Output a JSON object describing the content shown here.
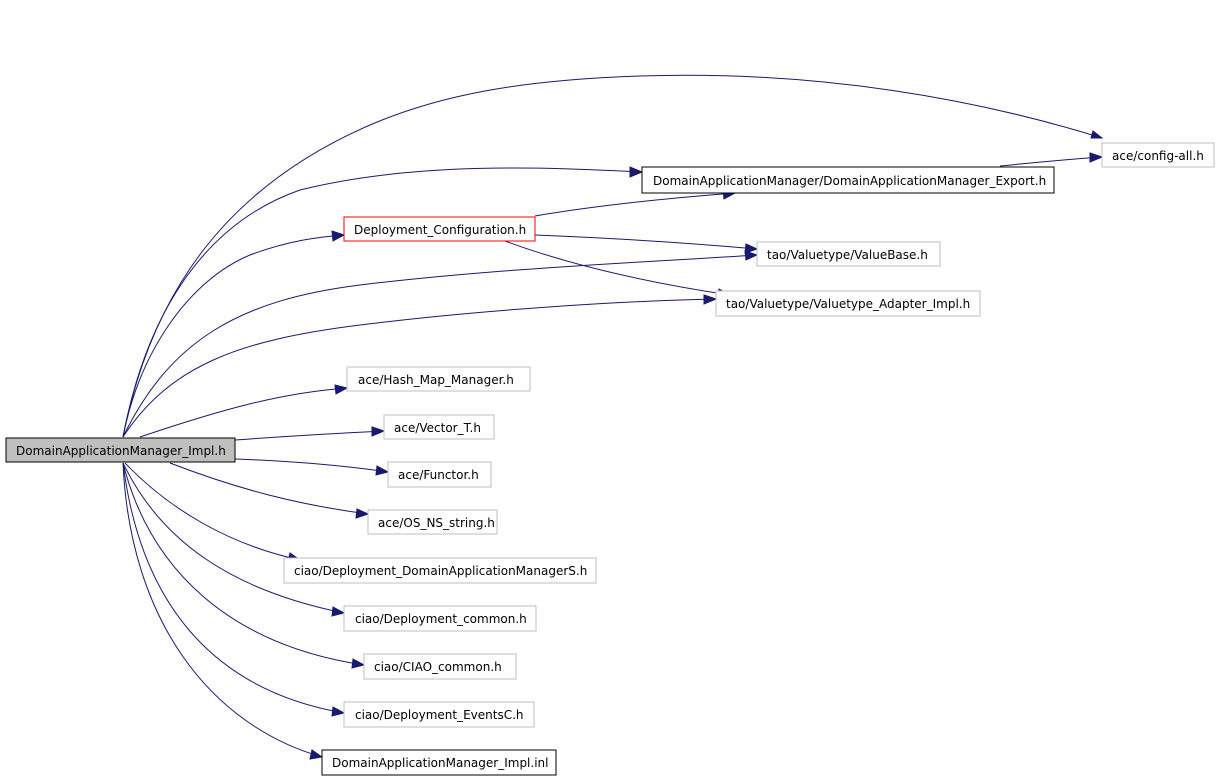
{
  "diagram": {
    "nodes": {
      "root": "DomainApplicationManager_Impl.h",
      "config_all": "ace/config-all.h",
      "export_h": "DomainApplicationManager/DomainApplicationManager_Export.h",
      "deploy_conf": "Deployment_Configuration.h",
      "valuebase": "tao/Valuetype/ValueBase.h",
      "adapter_impl": "tao/Valuetype/Valuetype_Adapter_Impl.h",
      "hash_map": "ace/Hash_Map_Manager.h",
      "vector_t": "ace/Vector_T.h",
      "functor": "ace/Functor.h",
      "os_ns_string": "ace/OS_NS_string.h",
      "dam_s": "ciao/Deployment_DomainApplicationManagerS.h",
      "deploy_common": "ciao/Deployment_common.h",
      "ciao_common": "ciao/CIAO_common.h",
      "events_c": "ciao/Deployment_EventsC.h",
      "impl_inl": "DomainApplicationManager_Impl.inl"
    },
    "colors": {
      "edge": "#191970",
      "root_fill": "#bfbfbf",
      "linked_border": "#000000",
      "external_border": "#bfbfbf",
      "error_border": "#ff0000"
    }
  }
}
